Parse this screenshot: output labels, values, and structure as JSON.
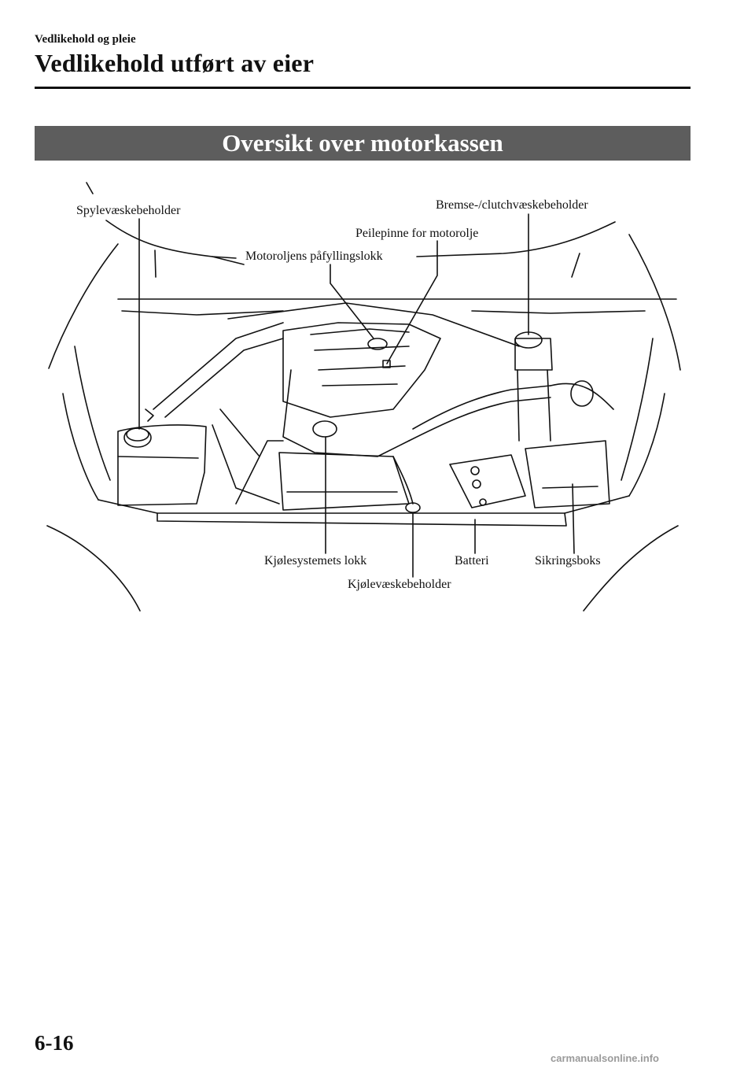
{
  "header": {
    "section": "Vedlikehold og pleie",
    "title": "Vedlikehold utført av eier"
  },
  "banner": {
    "title": "Oversikt over motorkassen"
  },
  "labels": {
    "washer_reservoir": "Spylevæskebeholder",
    "brake_clutch_reservoir": "Bremse-/clutchvæskebeholder",
    "dipstick": "Peilepinne for motorolje",
    "oil_filler_cap": "Motoroljens påfyllingslokk",
    "cooling_cap": "Kjølesystemets lokk",
    "battery": "Batteri",
    "fuse_box": "Sikringsboks",
    "coolant_reservoir": "Kjølevæskebeholder"
  },
  "footer": {
    "page_number": "6-16",
    "watermark": "carmanualsonline.info"
  },
  "colors": {
    "banner": "#5d5d5d",
    "ink": "#111111"
  }
}
